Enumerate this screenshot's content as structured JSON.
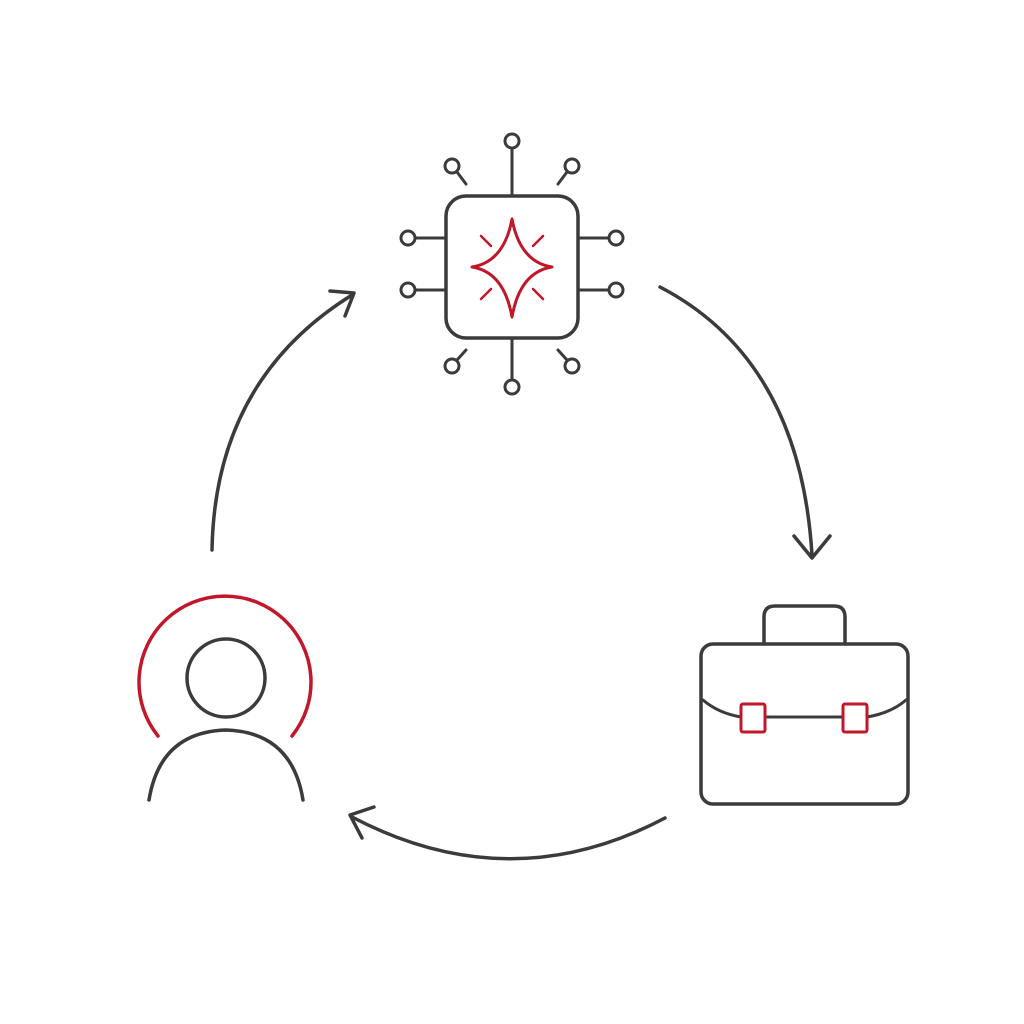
{
  "diagram": {
    "type": "cycle",
    "nodes": [
      {
        "id": "ai-chip",
        "icon": "ai-chip-sparkle-icon"
      },
      {
        "id": "briefcase",
        "icon": "briefcase-icon"
      },
      {
        "id": "person",
        "icon": "person-icon"
      }
    ],
    "edges": [
      {
        "from": "ai-chip",
        "to": "briefcase",
        "direction": "clockwise"
      },
      {
        "from": "briefcase",
        "to": "person",
        "direction": "clockwise"
      },
      {
        "from": "person",
        "to": "ai-chip",
        "direction": "clockwise"
      }
    ]
  },
  "colors": {
    "line": "#3b3b3d",
    "accent": "#c0172a",
    "background": "#ffffff"
  }
}
